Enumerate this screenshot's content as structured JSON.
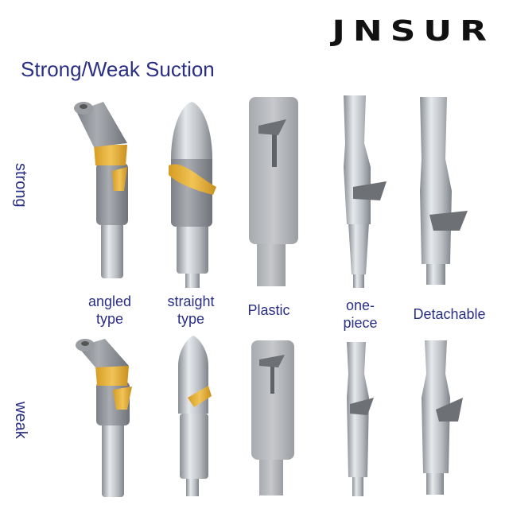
{
  "brand": "JNSUR",
  "heading": "Strong/Weak Suction",
  "rows": {
    "strong": "strong",
    "weak": "weak"
  },
  "products": [
    {
      "caption_line1": "angled",
      "caption_line2": "type"
    },
    {
      "caption_line1": "straight",
      "caption_line2": "type"
    },
    {
      "caption_line1": "Plastic",
      "caption_line2": ""
    },
    {
      "caption_line1": "one-",
      "caption_line2": "piece"
    },
    {
      "caption_line1": "Detachable",
      "caption_line2": ""
    }
  ],
  "colors": {
    "heading": "#2a2f86",
    "gray_plastic": "#8e9196",
    "light_gray": "#b4b7bb",
    "yellow": "#e8b33a",
    "metal": "#c3c7cc",
    "metal_dark": "#8d9297"
  }
}
